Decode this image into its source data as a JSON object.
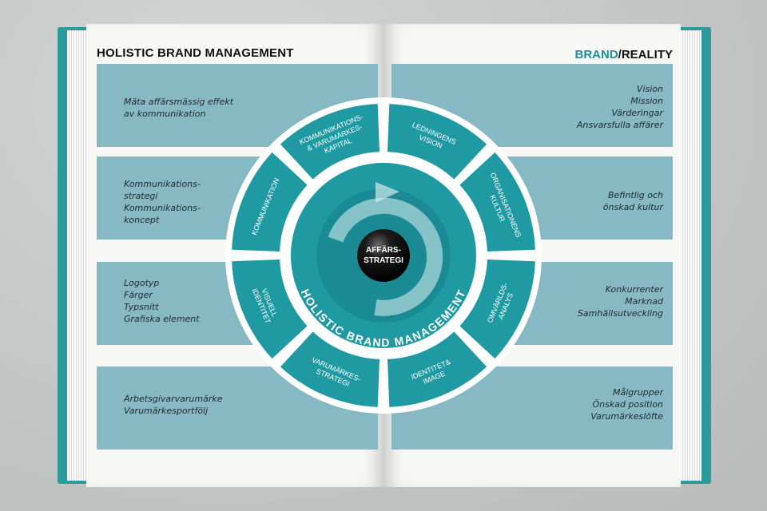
{
  "header": {
    "left_title": "HOLISTIC BRAND MANAGEMENT",
    "right_brand": "BRAND",
    "right_slash": "/",
    "right_reality": "REALITY"
  },
  "left_bands": [
    [
      "Mäta affärsmässig effekt",
      "av kommunikation"
    ],
    [
      "Kommunikations-",
      "strategi",
      "Kommunikations-",
      "koncept"
    ],
    [
      "Logotyp",
      "Färger",
      "Typsnitt",
      "Grafiska element"
    ],
    [
      "Arbetsgivarvarumärke",
      "Varumärkesportfölj"
    ]
  ],
  "right_bands": [
    [
      "Vision",
      "Mission",
      "Värderingar",
      "Ansvarsfulla affärer"
    ],
    [
      "Befintlig och",
      "önskad kultur"
    ],
    [
      "Konkurrenter",
      "Marknad",
      "Samhällsutveckling"
    ],
    [
      "Målgrupper",
      "Önskad position",
      "Varumärkeslöfte"
    ]
  ],
  "wheel": {
    "center": [
      "AFFÄRS-",
      "STRATEGI"
    ],
    "ring_label": "HOLISTIC BRAND MANAGEMENT",
    "segments": [
      {
        "lines": [
          "KOMMUNIKATIONS-",
          "& VARUMÄRKES-",
          "KAPITAL"
        ]
      },
      {
        "lines": [
          "LEDNINGENS",
          "VISION"
        ]
      },
      {
        "lines": [
          "ORGANISATIONENS",
          "KULTUR"
        ]
      },
      {
        "lines": [
          "OMVÄRLDS-",
          "ANALYS"
        ]
      },
      {
        "lines": [
          "IDENTITET&",
          "IMAGE"
        ]
      },
      {
        "lines": [
          "VARUMÄRKES-",
          "STRATEGI"
        ]
      },
      {
        "lines": [
          "VISUELL",
          "IDENTITET"
        ]
      },
      {
        "lines": [
          "KOMMUNIKATION"
        ]
      }
    ]
  },
  "colors": {
    "band": "#86b9c3",
    "teal": "#1f9aa3",
    "dark_teal": "#157f88",
    "white": "#ffffff"
  }
}
